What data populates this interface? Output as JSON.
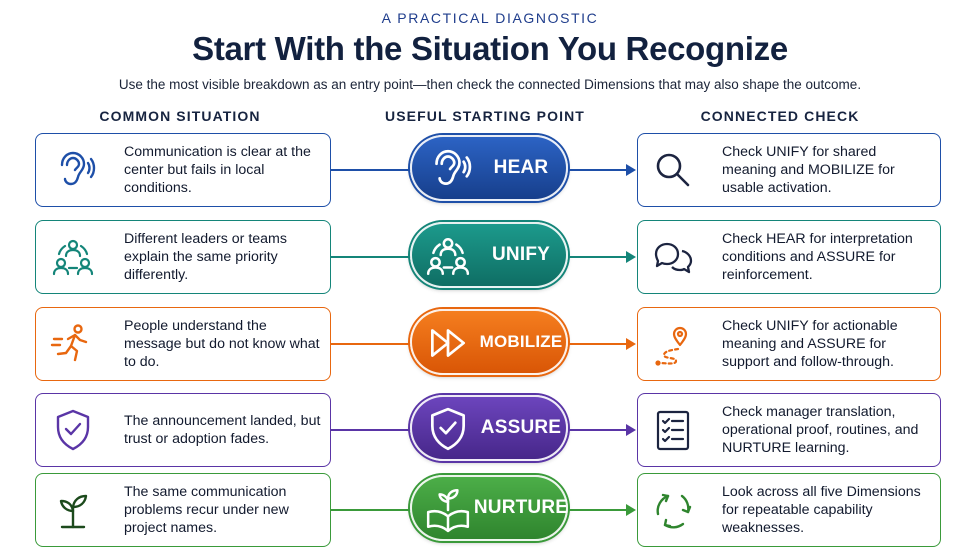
{
  "header": {
    "eyebrow": "A PRACTICAL DIAGNOSTIC",
    "title": "Start With the Situation You Recognize",
    "subtitle": "Use the most visible breakdown as an entry point—then check the connected Dimensions that may also shape the outcome."
  },
  "columns": {
    "situation": "COMMON SITUATION",
    "start": "USEFUL STARTING POINT",
    "check": "CONNECTED CHECK"
  },
  "colors": {
    "hear": "#1e4fa8",
    "unify": "#148579",
    "mobilize": "#e8670f",
    "assure": "#5a35a6",
    "nurture": "#3a9a3a"
  },
  "rows": [
    {
      "dimension": "HEAR",
      "situation": "Communication is clear at the center but fails in local conditions.",
      "situation_icon": "ear-sound-icon",
      "dimension_icon": "ear-sound-icon",
      "check": "Check UNIFY for shared meaning and MOBILIZE for usable activation.",
      "check_icon": "magnifier-icon"
    },
    {
      "dimension": "UNIFY",
      "situation": "Different leaders or teams explain the same priority differently.",
      "situation_icon": "people-network-icon",
      "dimension_icon": "people-network-icon",
      "check": "Check HEAR for interpretation conditions and ASSURE for reinforcement.",
      "check_icon": "speech-bubbles-icon"
    },
    {
      "dimension": "MOBILIZE",
      "situation": "People understand the message but do not know what to do.",
      "situation_icon": "running-person-icon",
      "dimension_icon": "fast-forward-icon",
      "check": "Check UNIFY for actionable meaning and ASSURE for support and follow-through.",
      "check_icon": "map-route-icon"
    },
    {
      "dimension": "ASSURE",
      "situation": "The announcement landed, but trust or adoption fades.",
      "situation_icon": "shield-check-icon",
      "dimension_icon": "shield-check-icon",
      "check": "Check manager translation, operational proof, routines, and NURTURE learning.",
      "check_icon": "checklist-icon"
    },
    {
      "dimension": "NURTURE",
      "situation": "The same communication problems recur under new project names.",
      "situation_icon": "sprout-icon",
      "dimension_icon": "book-sprout-icon",
      "check": "Look across all five Dimensions for repeatable capability weaknesses.",
      "check_icon": "cycle-arrows-icon"
    }
  ]
}
